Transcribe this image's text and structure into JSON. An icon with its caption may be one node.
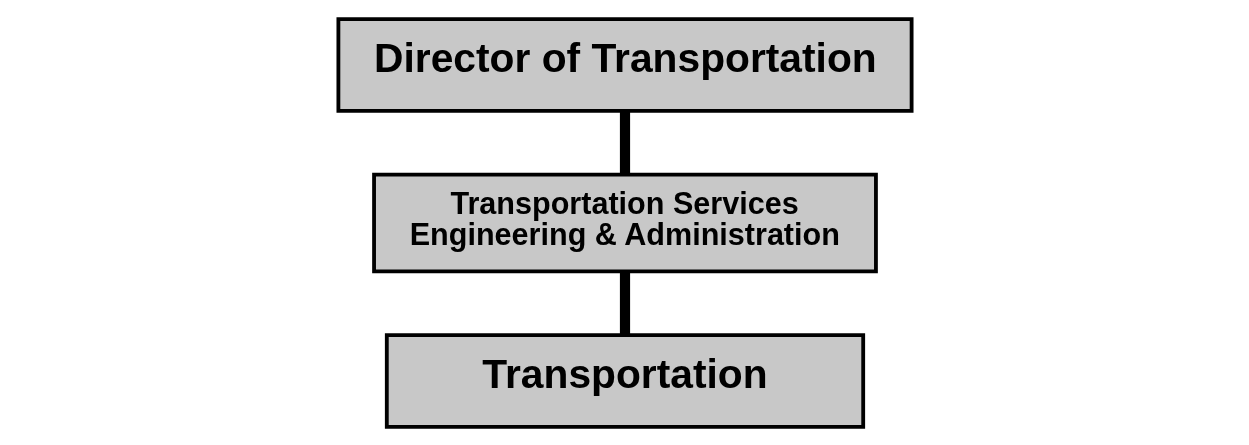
{
  "diagram": {
    "nodes": [
      {
        "text": [
          "Director of Transportation"
        ]
      },
      {
        "text": [
          "Transportation Services Engineering & Administration"
        ]
      },
      {
        "text": [
          "Transportation"
        ]
      }
    ],
    "edges": [
      {
        "from": 0,
        "to": 1,
        "arrow": "none"
      },
      {
        "from": 1,
        "to": 2,
        "arrow": "none"
      }
    ]
  }
}
